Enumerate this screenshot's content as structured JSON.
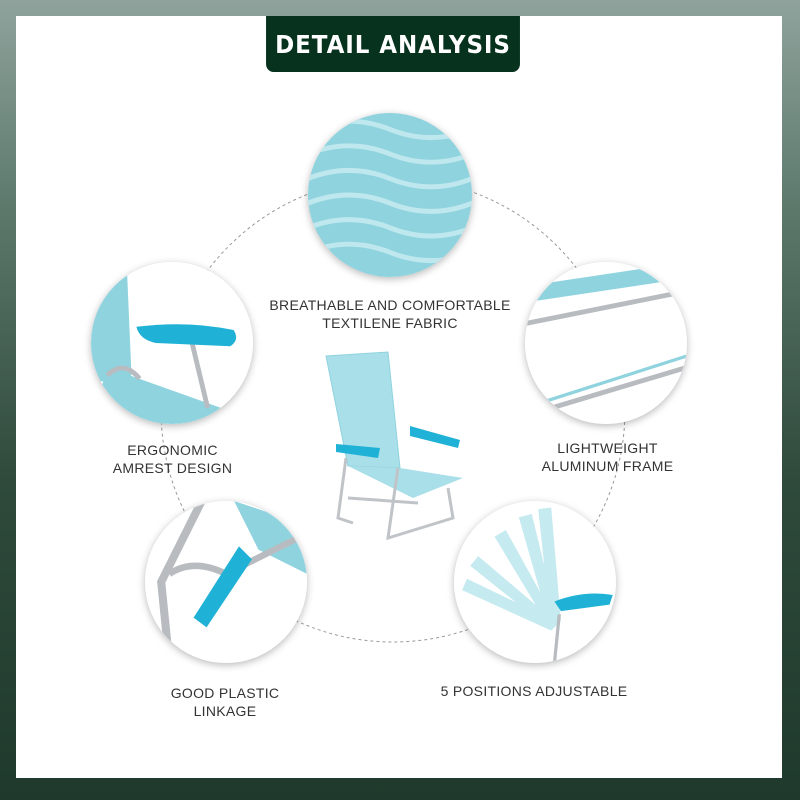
{
  "header": {
    "title": "DETAIL ANALYSIS"
  },
  "features": [
    {
      "line1": "BREATHABLE AND COMFORTABLE",
      "line2": "TEXTILENE FABRIC",
      "icon": "fabric-closeup"
    },
    {
      "line1": "ERGONOMIC",
      "line2": "AMREST DESIGN",
      "icon": "armrest-closeup"
    },
    {
      "line1": "LIGHTWEIGHT",
      "line2": "ALUMINUM FRAME",
      "icon": "frame-closeup"
    },
    {
      "line1": "GOOD PLASTIC",
      "line2": "LINKAGE",
      "icon": "linkage-closeup"
    },
    {
      "line1": "5 POSITIONS ADJUSTABLE",
      "line2": "",
      "icon": "positions-closeup"
    }
  ],
  "colors": {
    "header_bg": "#06321e",
    "fabric": "#8fd3df",
    "accent": "#1fb2d6",
    "frame": "#b8bcc0"
  }
}
